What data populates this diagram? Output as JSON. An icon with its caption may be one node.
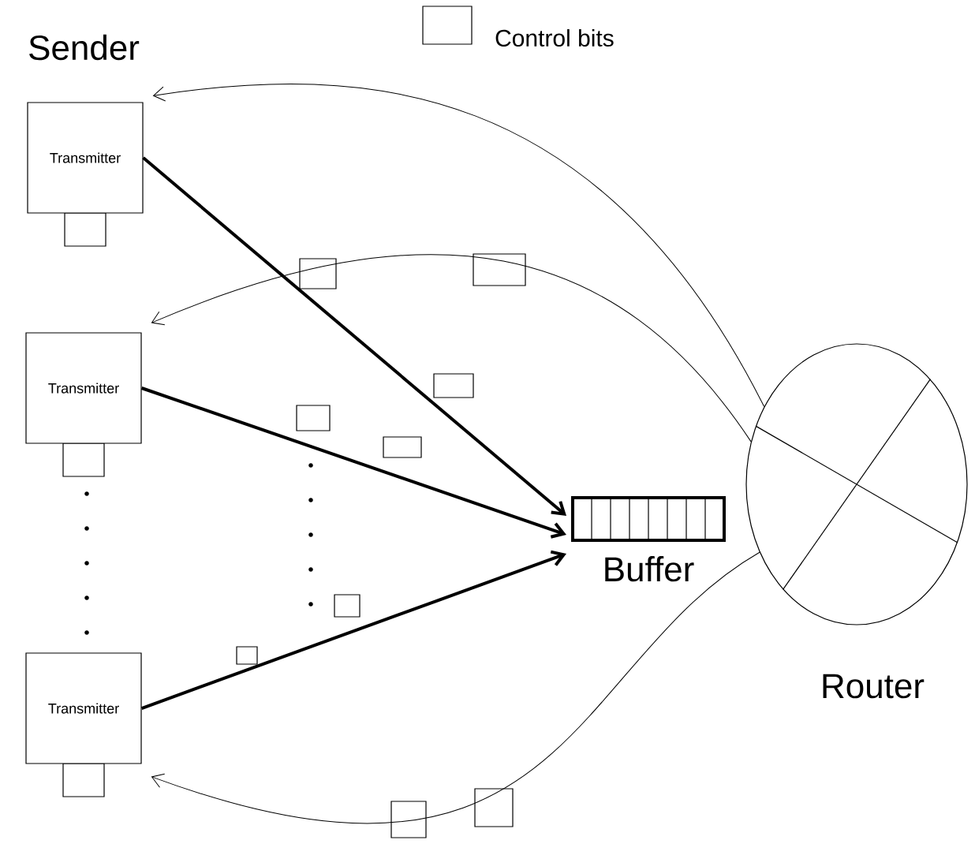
{
  "diagram": {
    "nodes": [
      {
        "text": [
          "Transmitter"
        ]
      },
      {
        "text": [
          "Transmitter"
        ]
      },
      {
        "text": [
          "Transmitter"
        ]
      },
      {
        "text": [
          "Buffer"
        ]
      },
      {
        "text": [
          "Router"
        ]
      }
    ],
    "edges": [
      {
        "from": 0,
        "to": 3,
        "arrow": "to",
        "style": "thick"
      },
      {
        "from": 1,
        "to": 3,
        "arrow": "to",
        "style": "thick"
      },
      {
        "from": 2,
        "to": 3,
        "arrow": "to",
        "style": "thick"
      },
      {
        "from": 4,
        "to": 0,
        "arrow": "to"
      },
      {
        "from": 4,
        "to": 1,
        "arrow": "to"
      },
      {
        "from": 4,
        "to": 2,
        "arrow": "to"
      }
    ],
    "labels": [
      "Sender"
    ],
    "legend": [
      {
        "text": "Control bits"
      }
    ]
  }
}
